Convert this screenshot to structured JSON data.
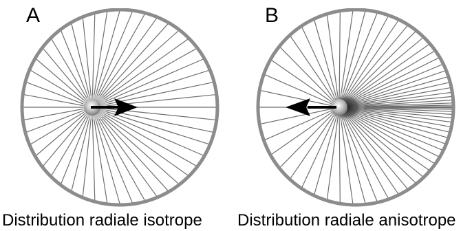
{
  "panels": [
    {
      "letter": "A",
      "caption": "Distribution radiale isotrope",
      "distribution": "isotropic",
      "arrow_direction": "right",
      "spoke_count": 48
    },
    {
      "letter": "B",
      "caption": "Distribution radiale anisotrope",
      "distribution": "anisotropic",
      "arrow_direction": "left",
      "spoke_count": 64
    }
  ],
  "colors": {
    "rim": "#8c8c8c",
    "spoke": "#6e6e6e",
    "hub": "#9a9a9a",
    "arrow": "#000000",
    "text": "#000000"
  }
}
